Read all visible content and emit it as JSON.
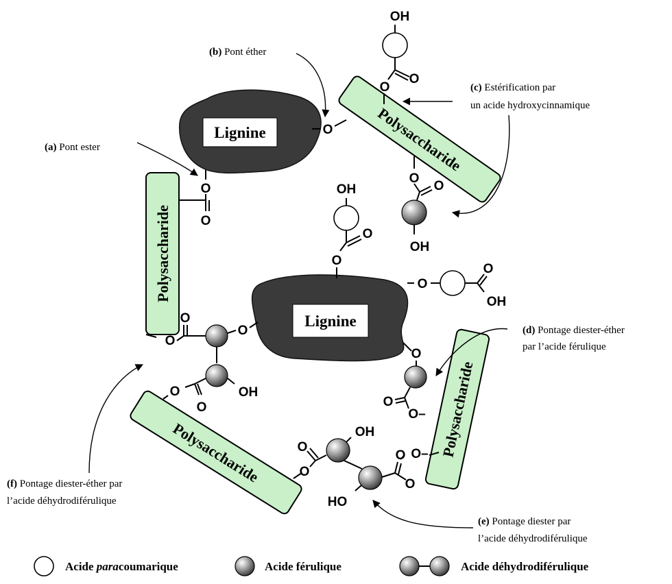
{
  "labels": {
    "a": {
      "letter": "(a)",
      "text": " Pont ester"
    },
    "b": {
      "letter": "(b)",
      "text": " Pont éther"
    },
    "c": {
      "letter": "(c)",
      "line1": " Estérification par",
      "line2": "un acide hydroxycinnamique"
    },
    "d": {
      "letter": "(d)",
      "line1": " Pontage diester-éther",
      "line2": "par l’acide férulique"
    },
    "e": {
      "letter": "(e)",
      "line1": " Pontage diester par",
      "line2": "l’acide déhydrodiférulique"
    },
    "f": {
      "letter": "(f)",
      "line1": " Pontage diester-éther par",
      "line2": "l’acide déhydrodiférulique"
    }
  },
  "blocks": {
    "lignin": "Lignine",
    "polysaccharide": "Polysaccharide"
  },
  "atoms": {
    "oh": "OH",
    "ho": "HO",
    "o": "O",
    "o_minus": "O–"
  },
  "legend": {
    "paracoumaric_italic": "para",
    "paracoumaric_prefix": "Acide ",
    "paracoumaric_suffix": "coumarique",
    "ferulic": "Acide férulique",
    "dehydrodiferulic": "Acide déhydrodiférulique"
  },
  "colors": {
    "polysaccharide_fill": "#c9f0c9",
    "lignin_fill": "#3a3a3a"
  }
}
